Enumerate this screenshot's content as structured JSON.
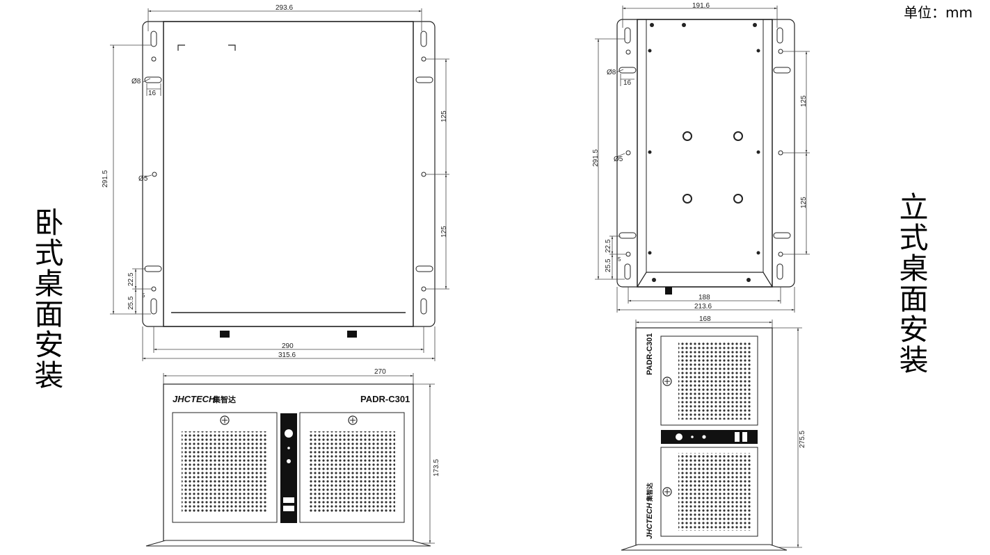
{
  "unit_label": "单位：mm",
  "views": {
    "horizontal": {
      "label": "卧式桌面安装",
      "top_width": "293.6",
      "hole_dia_large": "Ø8",
      "slot_offset": "16",
      "hole_dia_small": "Ø5",
      "hole_spacing_upper": "125",
      "hole_spacing_lower": "125",
      "outer_height": "291.5",
      "dim_22_5": "22.5",
      "dim_25_5": "25.5",
      "dim_5": "5",
      "bottom_inner_width": "290",
      "bottom_outer_width": "315.6",
      "front_width": "270",
      "front_height": "173.5"
    },
    "vertical": {
      "label": "立式桌面安装",
      "top_width": "191.6",
      "hole_dia_large": "Ø8",
      "slot_offset": "16",
      "hole_dia_small": "Ø5",
      "outer_height": "291.5",
      "hole_spacing_upper": "125",
      "hole_spacing_lower": "125",
      "dim_22_5": "22.5",
      "dim_25_5": "25.5",
      "dim_5": "5",
      "bottom_inner_width": "188",
      "bottom_outer_width": "213.6",
      "front_width": "168",
      "front_height": "275.5"
    }
  },
  "product": {
    "brand": "JHCTECH",
    "brand_cn": "集智达",
    "model": "PADR-C301"
  },
  "colors": {
    "line": "#222222",
    "panel": "#111111",
    "background": "#ffffff"
  }
}
